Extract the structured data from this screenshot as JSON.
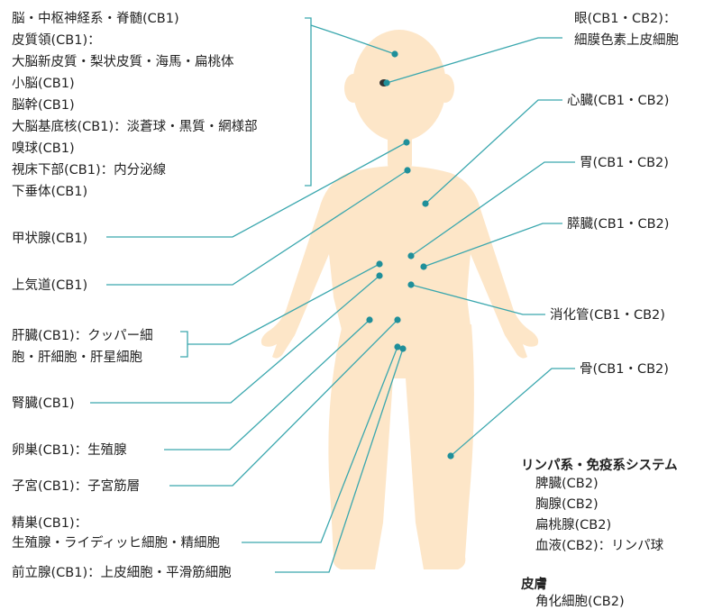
{
  "colors": {
    "body": "#fde6c8",
    "line": "#3aa7ae",
    "dot": "#1f8f9a",
    "text": "#222222"
  },
  "brain_group": {
    "lines": [
      "脳・中枢神経系・脊髄(CB1)",
      "皮質領(CB1)：",
      "大脳新皮質・梨状皮質・海馬・扁桃体",
      "小脳(CB1)",
      "脳幹(CB1)",
      "大脳基底核(CB1)：淡蒼球・黒質・網様部",
      "嗅球(CB1)",
      "視床下部(CB1)：内分泌線",
      "下垂体(CB1)"
    ]
  },
  "left_labels": {
    "thyroid": "甲状腺(CB1)",
    "airway": "上気道(CB1)",
    "liver_1": "肝臓(CB1)：クッパー細",
    "liver_2": "胞・肝細胞・肝星細胞",
    "kidney": "腎臓(CB1)",
    "ovary": "卵巣(CB1)：生殖腺",
    "uterus": "子宮(CB1)：子宮筋層",
    "testis_1": "精巣(CB1)：",
    "testis_2": "生殖腺・ライディッヒ細胞・精細胞",
    "prostate": "前立腺(CB1)：上皮細胞・平滑筋細胞"
  },
  "right_labels": {
    "eye_1": "眼(CB1・CB2)：",
    "eye_2": "細膜色素上皮細胞",
    "heart": "心臓(CB1・CB2)",
    "stomach": "胃(CB1・CB2)",
    "pancreas": "膵臓(CB1・CB2)",
    "gut": "消化管(CB1・CB2)",
    "bone": "骨(CB1・CB2)"
  },
  "immune": {
    "title": "リンパ系・免疫系システム",
    "items": [
      "脾臓(CB2)",
      "胸腺(CB2)",
      "扁桃腺(CB2)",
      "血液(CB2)：リンパ球"
    ]
  },
  "skin": {
    "title": "皮膚",
    "items": [
      "角化細胞(CB2)"
    ]
  }
}
